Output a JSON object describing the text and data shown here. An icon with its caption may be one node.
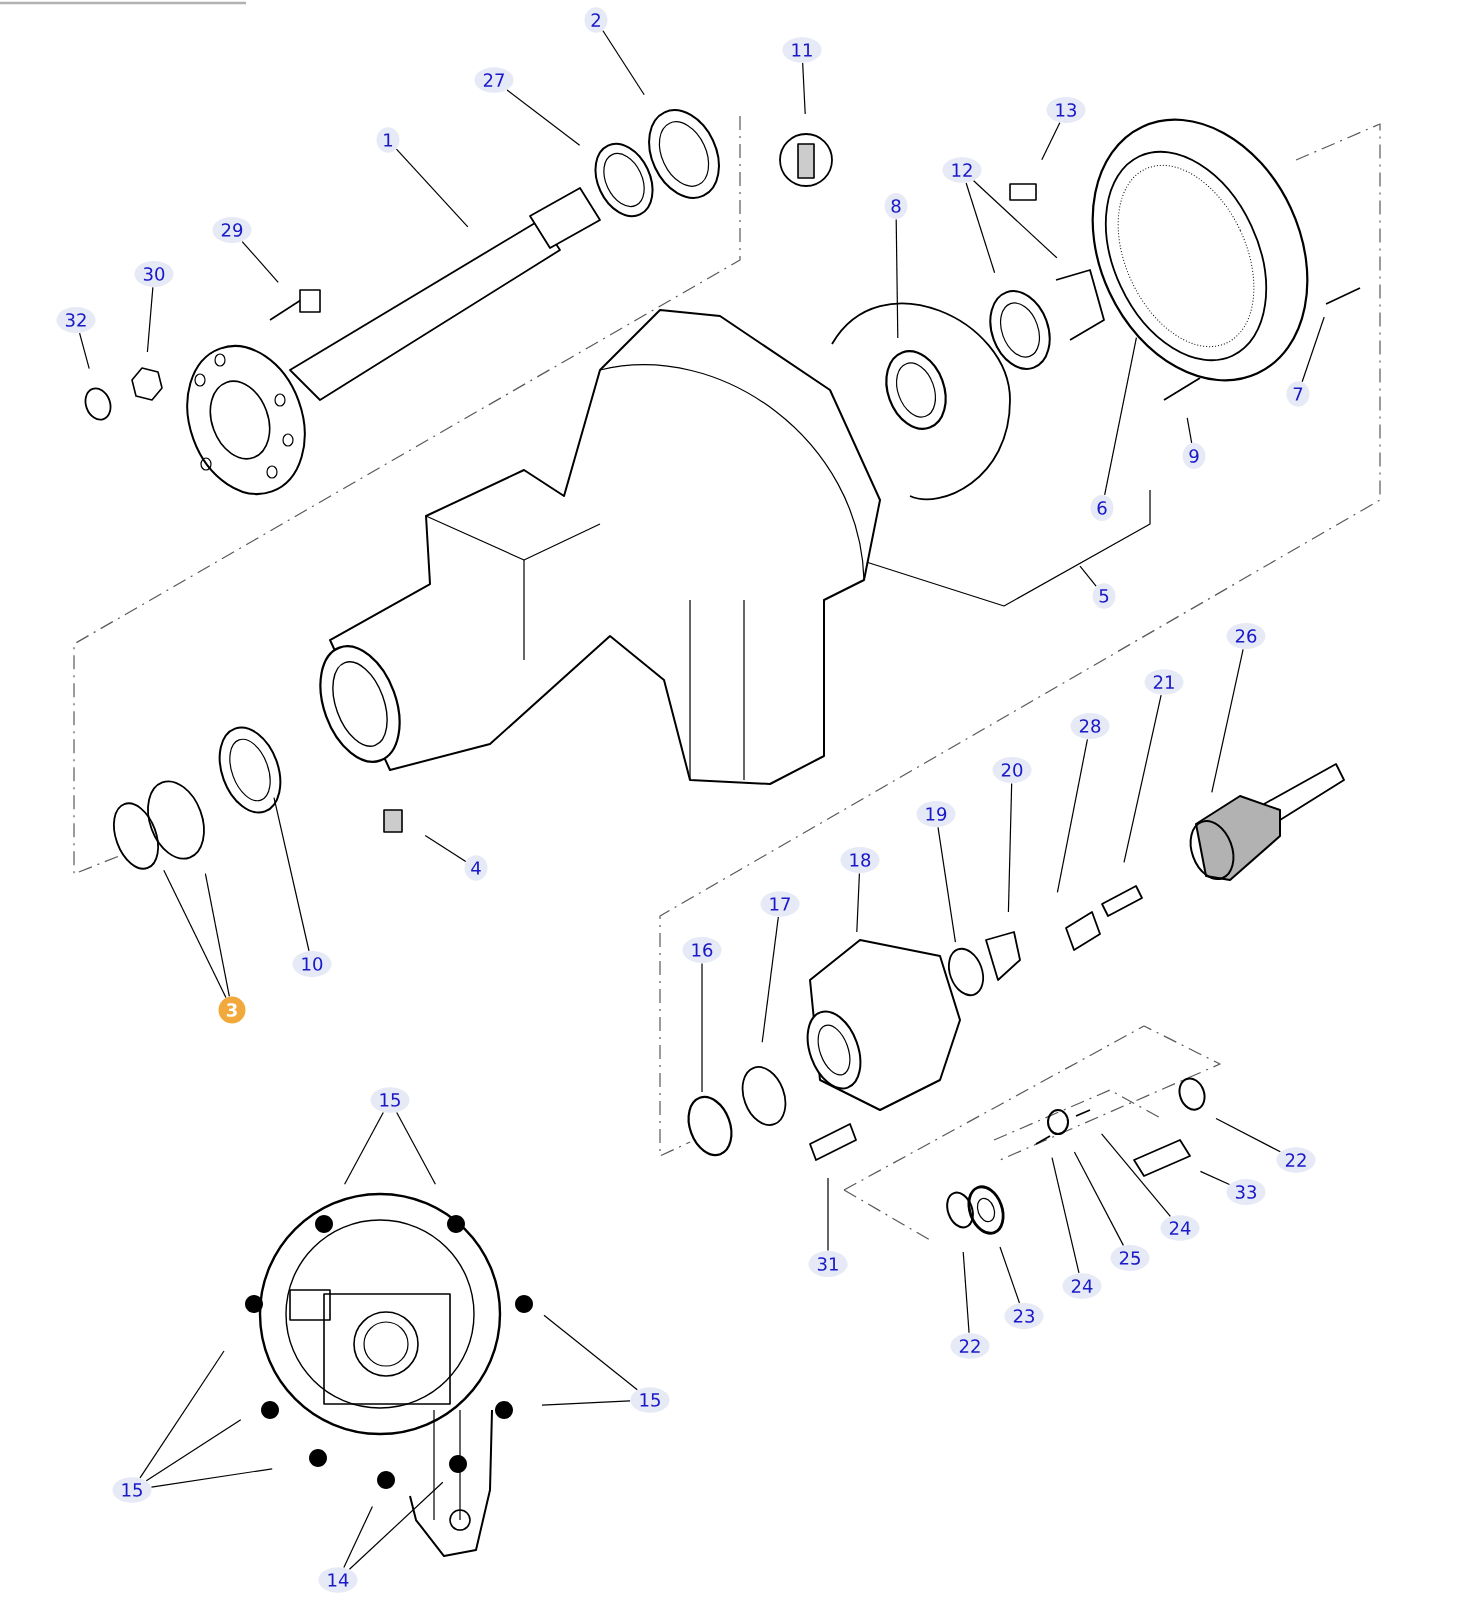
{
  "diagram": {
    "nodes": [
      {
        "text": [
          "2"
        ]
      },
      {
        "text": [
          "11"
        ]
      },
      {
        "text": [
          "27"
        ]
      },
      {
        "text": [
          "13"
        ]
      },
      {
        "text": [
          "1"
        ]
      },
      {
        "text": [
          "12"
        ]
      },
      {
        "text": [
          "8"
        ]
      },
      {
        "text": [
          "29"
        ]
      },
      {
        "text": [
          "30"
        ]
      },
      {
        "text": [
          "32"
        ]
      },
      {
        "text": [
          "7"
        ]
      },
      {
        "text": [
          "9"
        ]
      },
      {
        "text": [
          "6"
        ]
      },
      {
        "text": [
          "5"
        ]
      },
      {
        "text": [
          "26"
        ]
      },
      {
        "text": [
          "21"
        ]
      },
      {
        "text": [
          "28"
        ]
      },
      {
        "text": [
          "20"
        ]
      },
      {
        "text": [
          "19"
        ]
      },
      {
        "text": [
          "4"
        ]
      },
      {
        "text": [
          "18"
        ]
      },
      {
        "text": [
          "17"
        ]
      },
      {
        "text": [
          "16"
        ]
      },
      {
        "text": [
          "10"
        ]
      },
      {
        "text": [
          "3"
        ]
      },
      {
        "text": [
          "15"
        ]
      },
      {
        "text": [
          "22"
        ]
      },
      {
        "text": [
          "33"
        ]
      },
      {
        "text": [
          "24"
        ]
      },
      {
        "text": [
          "25"
        ]
      },
      {
        "text": [
          "31"
        ]
      },
      {
        "text": [
          "24"
        ]
      },
      {
        "text": [
          "23"
        ]
      },
      {
        "text": [
          "22"
        ]
      },
      {
        "text": [
          "15"
        ]
      },
      {
        "text": [
          "15"
        ]
      },
      {
        "text": [
          "14"
        ]
      }
    ],
    "edges": [
      {
        "from": 0,
        "to": null,
        "arrow": "none"
      },
      {
        "from": 1,
        "to": null,
        "arrow": "none"
      },
      {
        "from": 2,
        "to": null,
        "arrow": "none"
      },
      {
        "from": 3,
        "to": null,
        "arrow": "none"
      },
      {
        "from": 4,
        "to": null,
        "arrow": "none"
      },
      {
        "from": 5,
        "to": null,
        "arrow": "none"
      },
      {
        "from": 5,
        "to": null,
        "arrow": "none"
      },
      {
        "from": 6,
        "to": null,
        "arrow": "none"
      },
      {
        "from": 7,
        "to": null,
        "arrow": "none"
      },
      {
        "from": 8,
        "to": null,
        "arrow": "none"
      },
      {
        "from": 9,
        "to": null,
        "arrow": "none"
      },
      {
        "from": 10,
        "to": null,
        "arrow": "none"
      },
      {
        "from": 11,
        "to": null,
        "arrow": "none"
      },
      {
        "from": 12,
        "to": null,
        "arrow": "none"
      },
      {
        "from": 13,
        "to": null,
        "arrow": "none"
      },
      {
        "from": 14,
        "to": null,
        "arrow": "none"
      },
      {
        "from": 15,
        "to": null,
        "arrow": "none"
      },
      {
        "from": 16,
        "to": null,
        "arrow": "none"
      },
      {
        "from": 17,
        "to": null,
        "arrow": "none"
      },
      {
        "from": 18,
        "to": null,
        "arrow": "none"
      },
      {
        "from": 19,
        "to": null,
        "arrow": "none"
      },
      {
        "from": 20,
        "to": null,
        "arrow": "none"
      },
      {
        "from": 21,
        "to": null,
        "arrow": "none"
      },
      {
        "from": 22,
        "to": null,
        "arrow": "none"
      },
      {
        "from": 23,
        "to": null,
        "arrow": "none"
      },
      {
        "from": 24,
        "to": null,
        "arrow": "none"
      },
      {
        "from": 24,
        "to": null,
        "arrow": "none"
      },
      {
        "from": 25,
        "to": null,
        "arrow": "none"
      },
      {
        "from": 25,
        "to": null,
        "arrow": "none"
      },
      {
        "from": 26,
        "to": null,
        "arrow": "none"
      },
      {
        "from": 27,
        "to": null,
        "arrow": "none"
      },
      {
        "from": 28,
        "to": null,
        "arrow": "none"
      },
      {
        "from": 29,
        "to": null,
        "arrow": "none"
      },
      {
        "from": 30,
        "to": null,
        "arrow": "none"
      },
      {
        "from": 31,
        "to": null,
        "arrow": "none"
      },
      {
        "from": 32,
        "to": null,
        "arrow": "none"
      },
      {
        "from": 33,
        "to": null,
        "arrow": "none"
      },
      {
        "from": 34,
        "to": null,
        "arrow": "none"
      },
      {
        "from": 34,
        "to": null,
        "arrow": "none"
      },
      {
        "from": 35,
        "to": null,
        "arrow": "none"
      },
      {
        "from": 35,
        "to": null,
        "arrow": "none"
      },
      {
        "from": 35,
        "to": null,
        "arrow": "none"
      },
      {
        "from": 36,
        "to": null,
        "arrow": "none"
      },
      {
        "from": 36,
        "to": null,
        "arrow": "none"
      }
    ]
  }
}
